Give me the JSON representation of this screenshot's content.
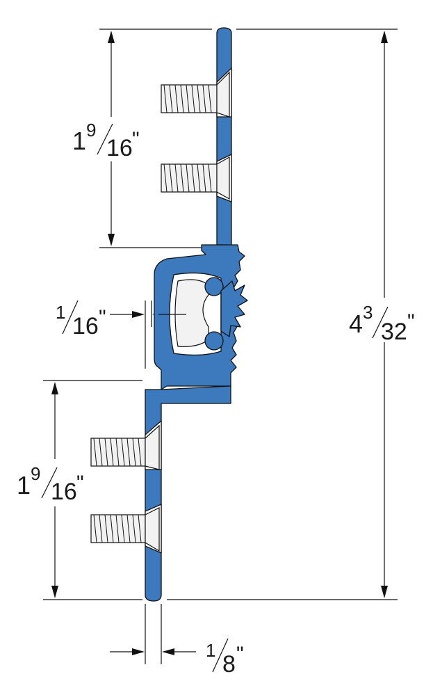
{
  "colors": {
    "profile_blue": "#3c79bd",
    "line": "#111111",
    "screw_fill": "#f2f2f2"
  },
  "dimensions": {
    "top_segment": {
      "whole": "1",
      "num": "9",
      "den": "16",
      "unit": "\""
    },
    "bottom_segment": {
      "whole": "1",
      "num": "9",
      "den": "16",
      "unit": "\""
    },
    "overall_height": {
      "whole": "4",
      "num": "3",
      "den": "32",
      "unit": "\""
    },
    "offset": {
      "whole": "",
      "num": "1",
      "den": "16",
      "unit": "\""
    },
    "thickness": {
      "whole": "",
      "num": "1",
      "den": "8",
      "unit": "\""
    }
  },
  "screws": [
    {
      "id": "screw-top-1"
    },
    {
      "id": "screw-top-2"
    },
    {
      "id": "screw-bottom-1"
    },
    {
      "id": "screw-bottom-2"
    }
  ]
}
